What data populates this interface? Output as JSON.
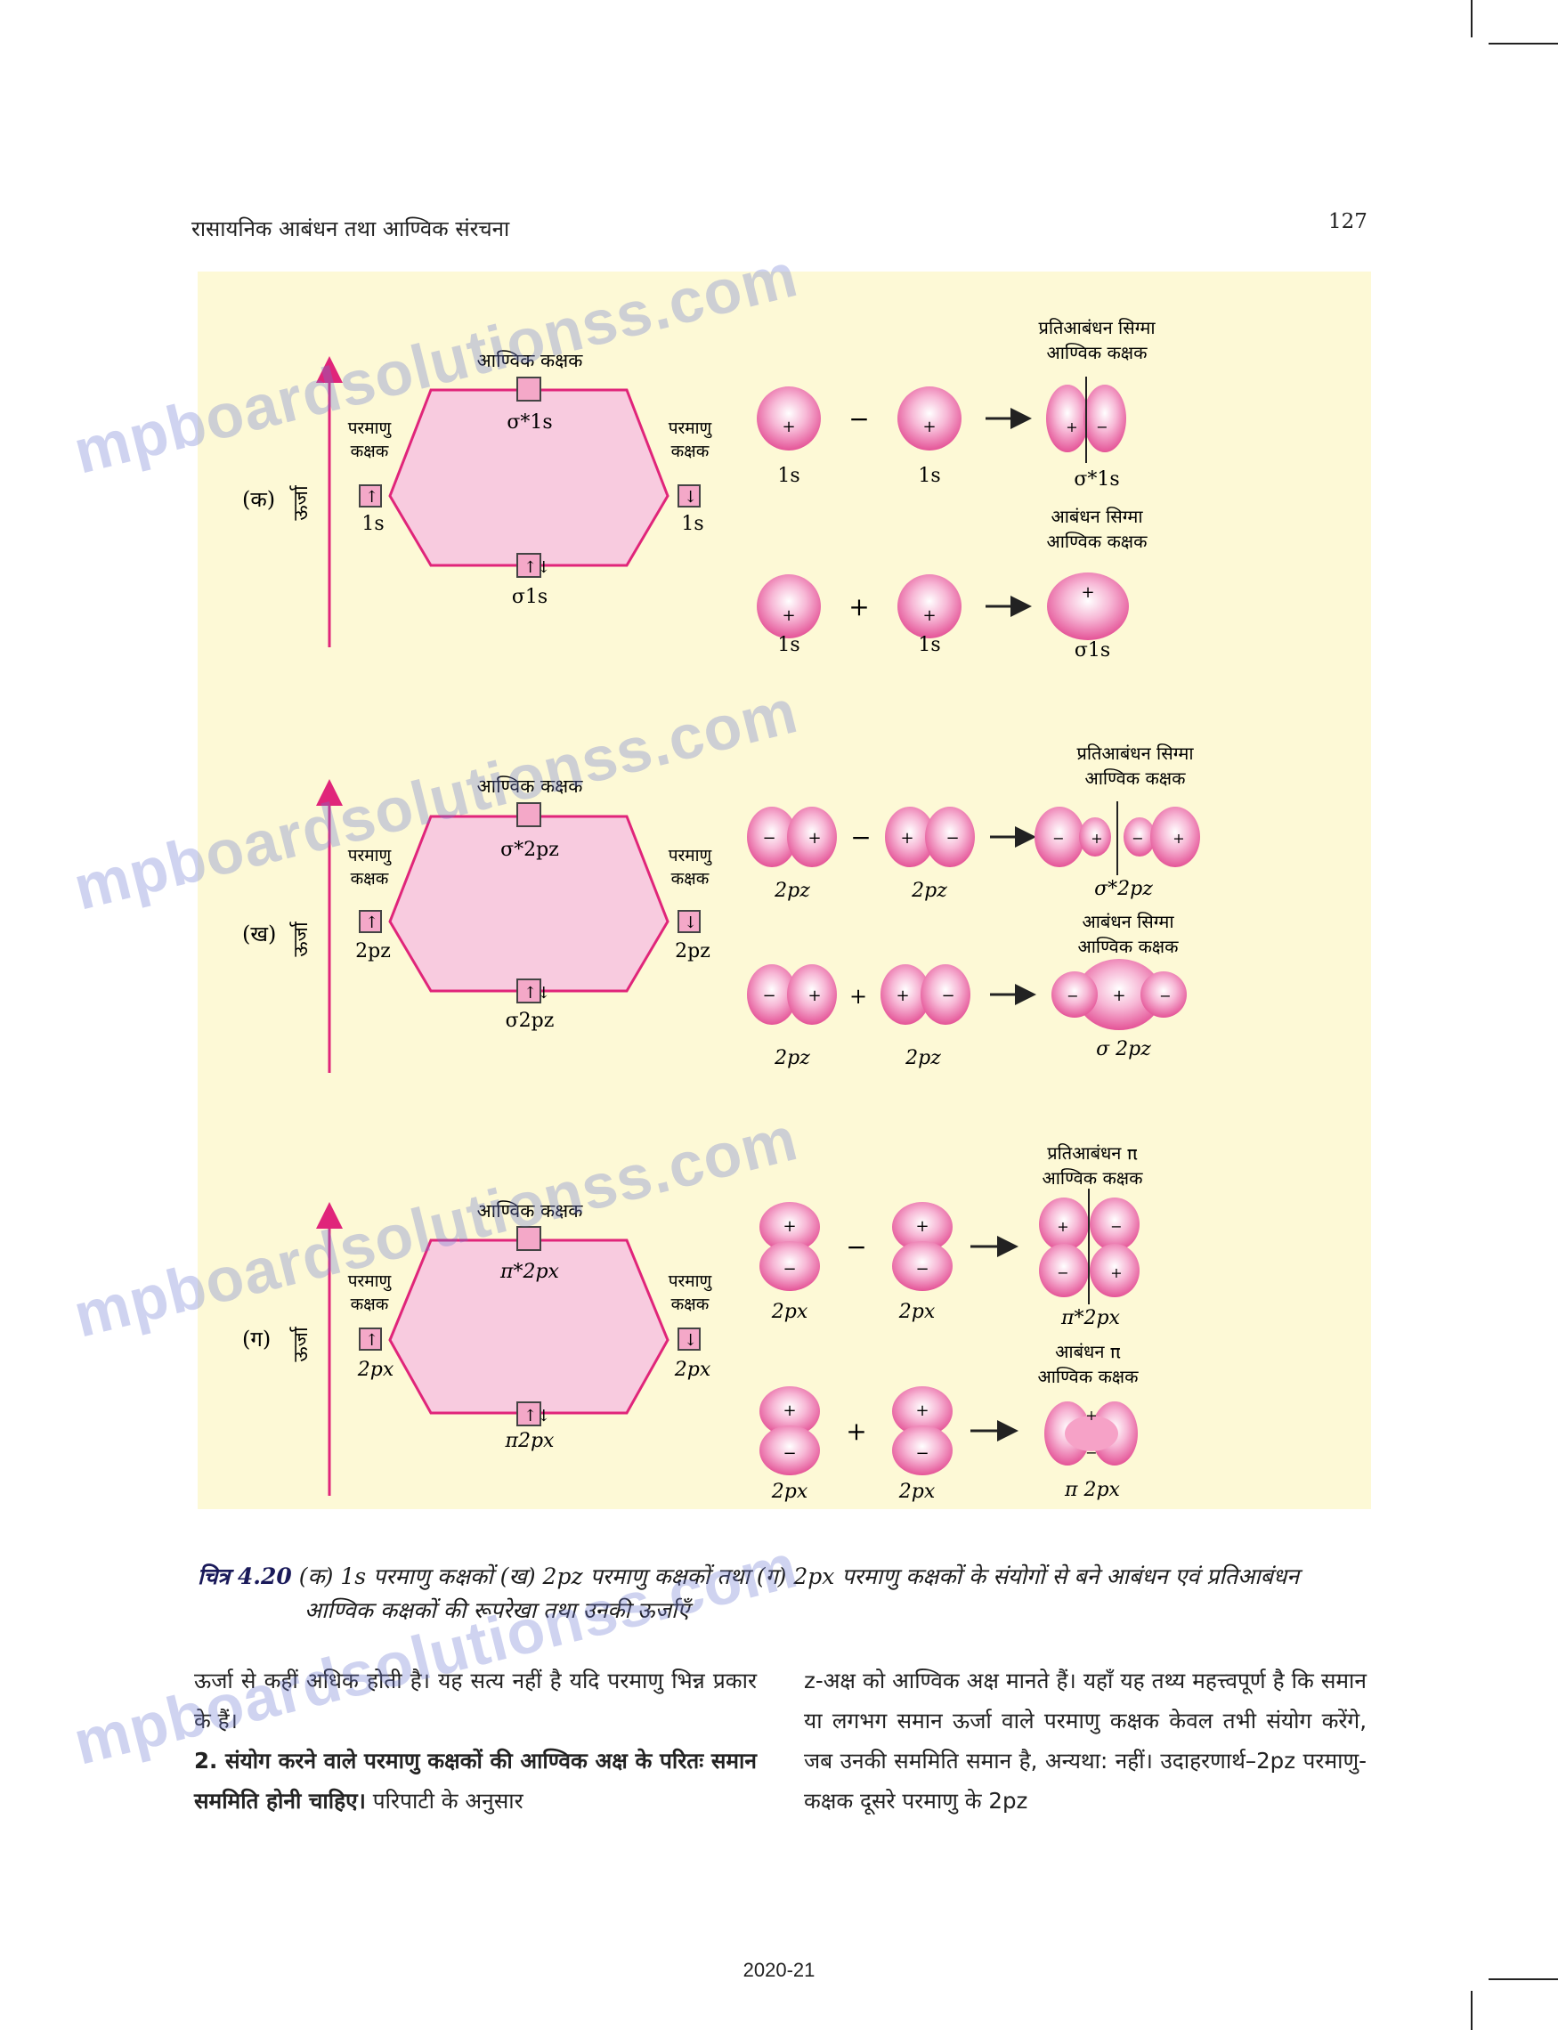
{
  "header": {
    "title": "रासायनिक आबंधन तथा आण्विक संरचना",
    "page_number": "127"
  },
  "figure": {
    "panel_labels": [
      "(क)",
      "(ख)",
      "(ग)"
    ],
    "energy_label": "ऊर्जा",
    "mo_label": "आण्विक कक्षक",
    "ao_label_line1": "परमाणु",
    "ao_label_line2": "कक्षक",
    "panel_a": {
      "antibonding_mo": "σ*1s",
      "bonding_mo": "σ1s",
      "left_ao": "1s",
      "right_ao": "1s",
      "antibonding_title_line1": "प्रतिआबंधन सिग्मा",
      "antibonding_title_line2": "आण्विक कक्षक",
      "bonding_title_line1": "आबंधन सिग्मा",
      "bonding_title_line2": "आण्विक कक्षक",
      "minus_op": "−",
      "plus_op": "+",
      "orb1": "1s",
      "orb2": "1s",
      "antibonding_result": "σ*1s",
      "bonding_result": "σ1s"
    },
    "panel_b": {
      "antibonding_mo": "σ*2pz",
      "bonding_mo": "σ2pz",
      "left_ao": "2pz",
      "right_ao": "2pz",
      "antibonding_title_line1": "प्रतिआबंधन सिग्मा",
      "antibonding_title_line2": "आण्विक कक्षक",
      "bonding_title_line1": "आबंधन सिग्मा",
      "bonding_title_line2": "आण्विक कक्षक",
      "minus_op": "−",
      "plus_op": "+",
      "orb1": "2pz",
      "orb2": "2pz",
      "antibonding_result": "σ*2pz",
      "bonding_result": "σ 2pz"
    },
    "panel_c": {
      "antibonding_mo": "π*2px",
      "bonding_mo": "π2px",
      "left_ao": "2px",
      "right_ao": "2px",
      "antibonding_title_line1": "प्रतिआबंधन π",
      "antibonding_title_line2": "आण्विक कक्षक",
      "bonding_title_line1": "आबंधन π",
      "bonding_title_line2": "आण्विक कक्षक",
      "minus_op": "−",
      "plus_op": "+",
      "orb1": "2px",
      "orb2": "2px",
      "antibonding_result": "π*2px",
      "bonding_result": "π 2px"
    }
  },
  "caption": {
    "label": "चित्र 4.20",
    "line1": "(क) 1s परमाणु कक्षकों (ख) 2pz परमाणु कक्षकों तथा (ग) 2px परमाणु कक्षकों के संयोगों से बने आबंधन एवं प्रतिआबंधन",
    "line2": "आण्विक कक्षकों की रूपरेखा तथा उनकी ऊर्जाएँ"
  },
  "body": {
    "left_p1": "ऊर्जा से कहीं अधिक होती है। यह सत्य नहीं है यदि परमाणु भिन्न प्रकार के हैं।",
    "left_p2_bold": "2. संयोग करने वाले परमाणु कक्षकों की आण्विक अक्ष के परितः समान सममिति होनी चाहिए।",
    "left_p2_rest": " परिपाटी के अनुसार",
    "right_p1": "z-अक्ष को आण्विक अक्ष मानते हैं। यहाँ यह तथ्य महत्त्वपूर्ण है कि समान या लगभग समान ऊर्जा वाले परमाणु कक्षक केवल तभी संयोग करेंगे, जब उनकी सममिति समान है, अन्यथा: नहीं। उदाहरणार्थ–2pz परमाणु-कक्षक दूसरे परमाणु के 2pz"
  },
  "footer": {
    "year": "2020-21"
  },
  "watermarks": [
    "mpboardsolutionss.com",
    "mpboardsolutionss.com",
    "mpboardsolutionss.com",
    "mpboardsolutionss.com"
  ],
  "colors": {
    "magenta": "#e0257a",
    "figure_bg": "#fdf9d6",
    "orbital_pink": "#f080b6"
  }
}
